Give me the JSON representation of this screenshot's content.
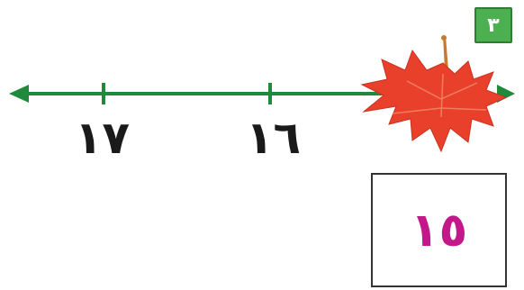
{
  "badge": {
    "label": "٣"
  },
  "number_line": {
    "ticks": [
      {
        "label": "١٧",
        "value": 17
      },
      {
        "label": "١٦",
        "value": 16
      }
    ],
    "line_color": "#1f8a3b"
  },
  "leaf": {
    "icon": "maple-leaf-icon",
    "color": "#e8402a"
  },
  "answer_box": {
    "value": "١٥",
    "color": "#c2188a"
  }
}
